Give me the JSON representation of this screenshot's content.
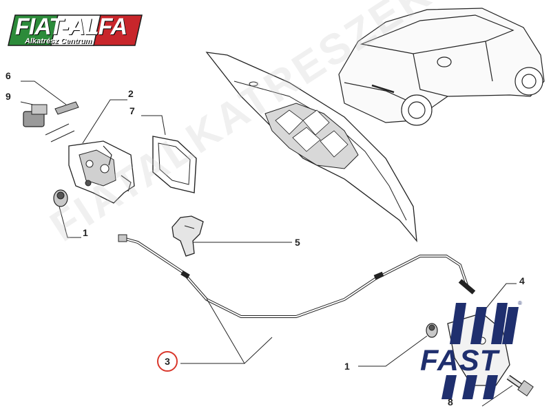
{
  "brand": {
    "logo_text": "FIAT-ALFA",
    "sub_text": "Alkatrész Centrum",
    "colors": {
      "green": "#2c8b3a",
      "white": "#ffffff",
      "red": "#c8262b"
    }
  },
  "watermark": {
    "text": "FIATALKATRESZEK.COM"
  },
  "fast_logo": {
    "text": "FAST",
    "reg_mark": "®",
    "color": "#1f2f6e"
  },
  "callouts": {
    "c1a": "1",
    "c1b": "1",
    "c2": "2",
    "c3": "3",
    "c4": "4",
    "c5": "5",
    "c6": "6",
    "c7": "7",
    "c8": "8",
    "c9": "9"
  },
  "highlight_color": "#d9362a"
}
